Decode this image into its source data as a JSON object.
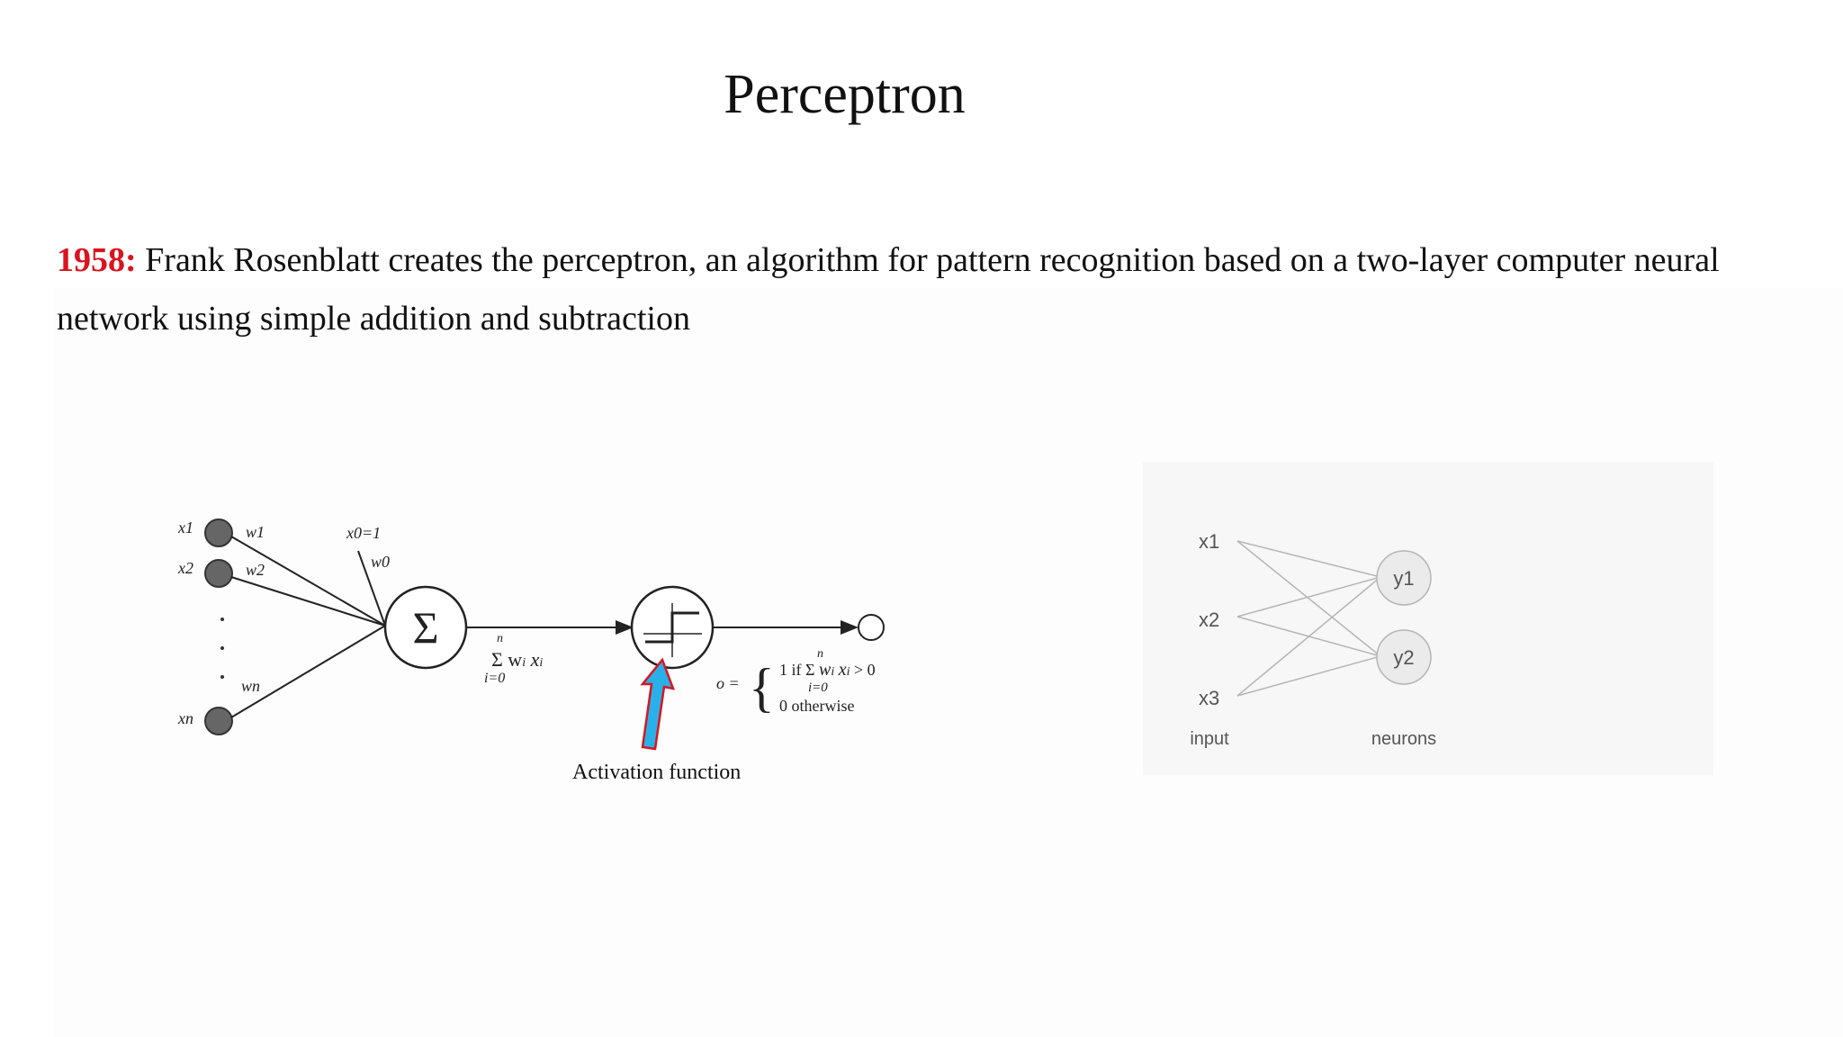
{
  "slide": {
    "title": "Perceptron",
    "year": "1958:",
    "description": "Frank Rosenblatt creates the perceptron, an algorithm for pattern recognition based on a two-layer computer neural network using simple addition and subtraction"
  },
  "perceptron_diagram": {
    "inputs": [
      "x1",
      "x2",
      "xn"
    ],
    "weights": [
      "w1",
      "w2",
      "wn"
    ],
    "bias_input": "x0=1",
    "bias_weight": "w0",
    "sum_symbol": "Σ",
    "sum_top": "n",
    "sum_expr": "Σ w",
    "sum_expr_i": "i",
    "sum_expr_x": " x",
    "sum_bottom": "i=0",
    "output_lhs": "o =",
    "case1": "1 if",
    "case1_expr": "w",
    "case1_rest": "x",
    "case1_gt": " > 0",
    "case2": "0 otherwise",
    "activation_label": "Activation function",
    "arrow_fill": "#2ab0e8",
    "arrow_stroke": "#d9141e"
  },
  "network_diagram": {
    "inputs": [
      "x1",
      "x2",
      "x3"
    ],
    "neurons": [
      "y1",
      "y2"
    ],
    "input_label": "input",
    "neurons_label": "neurons"
  }
}
